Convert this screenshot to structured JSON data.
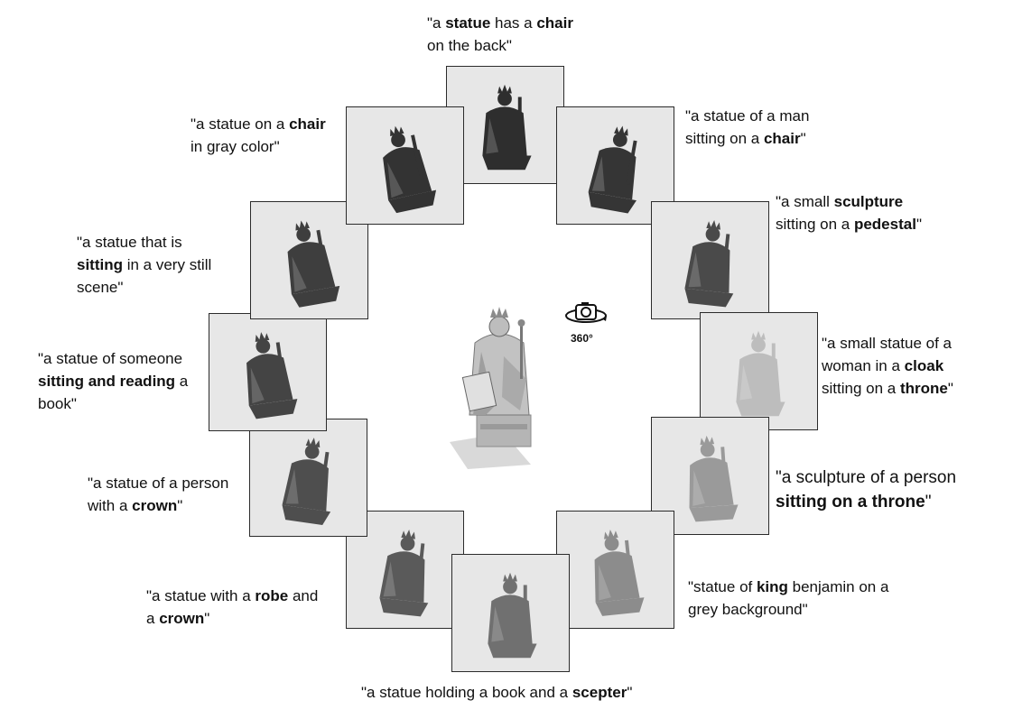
{
  "center": {
    "icon": "camera-360-icon",
    "label": "360°"
  },
  "views": [
    {
      "id": "top",
      "shade": "#2e2e2e",
      "tilt": 0,
      "caption": [
        {
          "t": "\"a ",
          "b": false
        },
        {
          "t": "statue",
          "b": true
        },
        {
          "t": " has a ",
          "b": false
        },
        {
          "t": "chair",
          "b": true
        },
        {
          "t": "\n",
          "b": false
        },
        {
          "t": "on the back\"",
          "b": false
        }
      ]
    },
    {
      "id": "top-right",
      "shade": "#353535",
      "tilt": 10,
      "caption": [
        {
          "t": "\"a statue of a man",
          "b": false
        },
        {
          "t": "\n",
          "b": false
        },
        {
          "t": "sitting on a ",
          "b": false
        },
        {
          "t": "chair",
          "b": true
        },
        {
          "t": "\"",
          "b": false
        }
      ]
    },
    {
      "id": "right-upper",
      "shade": "#4a4a4a",
      "tilt": 6,
      "caption": [
        {
          "t": "\"a small ",
          "b": false
        },
        {
          "t": "sculpture",
          "b": true
        },
        {
          "t": "\n",
          "b": false
        },
        {
          "t": "sitting on a ",
          "b": false
        },
        {
          "t": "pedestal",
          "b": true
        },
        {
          "t": "\"",
          "b": false
        }
      ]
    },
    {
      "id": "right",
      "shade": "#bdbdbd",
      "tilt": 0,
      "caption": [
        {
          "t": "\"a small statue of a",
          "b": false
        },
        {
          "t": "\n",
          "b": false
        },
        {
          "t": "woman in a ",
          "b": false
        },
        {
          "t": "cloak",
          "b": true
        },
        {
          "t": "\n",
          "b": false
        },
        {
          "t": "sitting on a ",
          "b": false
        },
        {
          "t": "throne",
          "b": true
        },
        {
          "t": "\"",
          "b": false
        }
      ]
    },
    {
      "id": "right-lower",
      "shade": "#9a9a9a",
      "tilt": -4,
      "caption": [
        {
          "t": "\"a sculpture of a person",
          "b": false
        },
        {
          "t": "\n",
          "b": false
        },
        {
          "t": "sitting on a throne",
          "b": true
        },
        {
          "t": "\"",
          "b": false
        }
      ]
    },
    {
      "id": "bottom-right",
      "shade": "#8c8c8c",
      "tilt": -6,
      "caption": [
        {
          "t": "\"statue of ",
          "b": false
        },
        {
          "t": "king",
          "b": true
        },
        {
          "t": " benjamin on a",
          "b": false
        },
        {
          "t": "\n",
          "b": false
        },
        {
          "t": "grey background\"",
          "b": false
        }
      ]
    },
    {
      "id": "bottom",
      "shade": "#707070",
      "tilt": 0,
      "caption": [
        {
          "t": "\"a statue holding a book and a ",
          "b": false
        },
        {
          "t": "scepter",
          "b": true
        },
        {
          "t": "\"",
          "b": false
        }
      ]
    },
    {
      "id": "bottom-left",
      "shade": "#5a5a5a",
      "tilt": 6,
      "caption": [
        {
          "t": "\"a statue with a ",
          "b": false
        },
        {
          "t": "robe",
          "b": true
        },
        {
          "t": " and",
          "b": false
        },
        {
          "t": "\n",
          "b": false
        },
        {
          "t": "a ",
          "b": false
        },
        {
          "t": "crown",
          "b": true
        },
        {
          "t": "\"",
          "b": false
        }
      ]
    },
    {
      "id": "left-lower",
      "shade": "#4e4e4e",
      "tilt": 8,
      "caption": [
        {
          "t": "\"a statue of a person",
          "b": false
        },
        {
          "t": "\n",
          "b": false
        },
        {
          "t": "with a ",
          "b": false
        },
        {
          "t": "crown",
          "b": true
        },
        {
          "t": "\"",
          "b": false
        }
      ]
    },
    {
      "id": "left",
      "shade": "#444444",
      "tilt": -8,
      "caption": [
        {
          "t": "\"a statue of someone",
          "b": false
        },
        {
          "t": "\n",
          "b": false
        },
        {
          "t": "sitting and reading",
          "b": true
        },
        {
          "t": " a",
          "b": false
        },
        {
          "t": "\n",
          "b": false
        },
        {
          "t": "book\"",
          "b": false
        }
      ]
    },
    {
      "id": "left-upper",
      "shade": "#3e3e3e",
      "tilt": -10,
      "caption": [
        {
          "t": "\"a statue that is",
          "b": false
        },
        {
          "t": "\n",
          "b": false
        },
        {
          "t": "sitting",
          "b": true
        },
        {
          "t": " in a very still",
          "b": false
        },
        {
          "t": "\n",
          "b": false
        },
        {
          "t": "scene\"",
          "b": false
        }
      ]
    },
    {
      "id": "top-left",
      "shade": "#333333",
      "tilt": -12,
      "caption": [
        {
          "t": "\"a statue on a ",
          "b": false
        },
        {
          "t": "chair",
          "b": true
        },
        {
          "t": "\n",
          "b": false
        },
        {
          "t": "in gray color\"",
          "b": false
        }
      ]
    }
  ]
}
